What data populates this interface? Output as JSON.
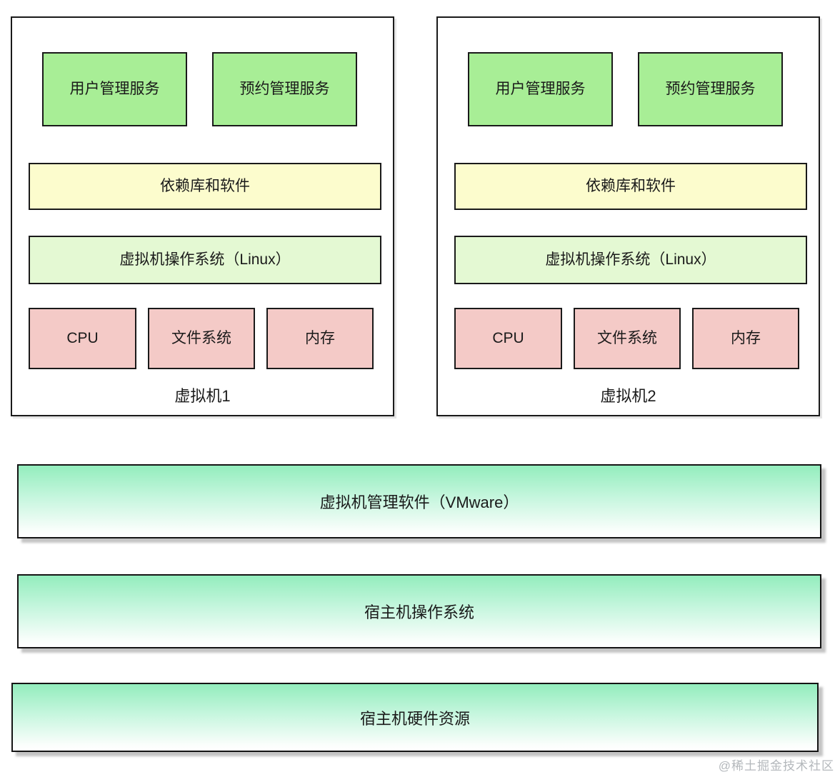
{
  "vms": [
    {
      "title": "虚拟机1",
      "services": [
        "用户管理服务",
        "预约管理服务"
      ],
      "dependency_layer": "依赖库和软件",
      "os_layer": "虚拟机操作系统（Linux）",
      "resources": [
        "CPU",
        "文件系统",
        "内存"
      ]
    },
    {
      "title": "虚拟机2",
      "services": [
        "用户管理服务",
        "预约管理服务"
      ],
      "dependency_layer": "依赖库和软件",
      "os_layer": "虚拟机操作系统（Linux）",
      "resources": [
        "CPU",
        "文件系统",
        "内存"
      ]
    }
  ],
  "host_layers": [
    "虚拟机管理软件（VMware）",
    "宿主机操作系统",
    "宿主机硬件资源"
  ],
  "watermark": "@稀土掘金技术社区",
  "colors": {
    "service-box": "#a8ee96",
    "dependency-box": "#fcfccd",
    "os-box": "#e4f9d3",
    "resource-box": "#f4cac7",
    "layer-top": "#93edbd",
    "layer-bottom": "#ffffff",
    "border": "#1a1a1a",
    "watermark": "#b4b8bc"
  }
}
